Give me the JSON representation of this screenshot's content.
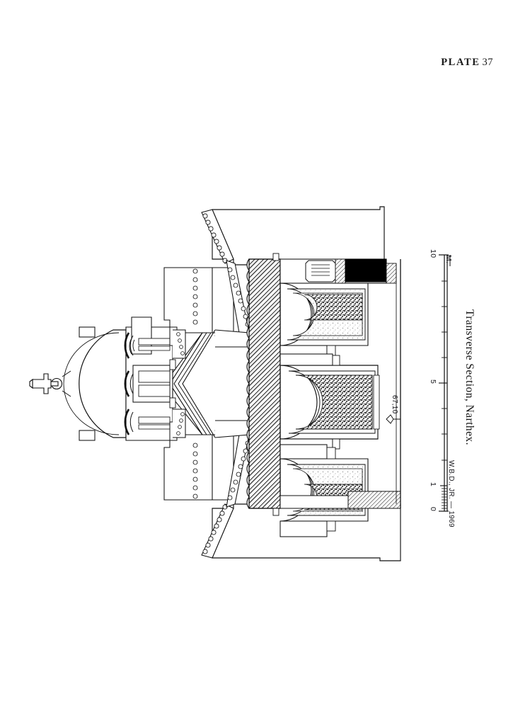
{
  "plate": {
    "word": "PLATE",
    "number": "37"
  },
  "caption": {
    "text": "Transverse Section, Narthex."
  },
  "scale": {
    "zero": "0",
    "one": "1",
    "five": "5",
    "ten": "10",
    "unit": "M.",
    "credit": "W.B.D., JR. — 1969"
  },
  "dimension": {
    "value": "67,10"
  },
  "drawing": {
    "title": "transverse-section-narthex",
    "subject": "Byzantine church narthex transverse section",
    "orientation": "rotated-90-degrees",
    "elements": [
      "dome-with-cross-finial",
      "three-arched-dome-windows",
      "pitched-tile-roofs",
      "hatched-masonry-wall",
      "three-barrel-vaulted-bays",
      "columns-in-section",
      "clerestory-window-black-fill"
    ]
  },
  "colors": {
    "ink": "#111111",
    "paper": "#ffffff",
    "hatch": "#2a2a2a",
    "solid_fill": "#000000",
    "stipple_dark": "#5a5a5a",
    "stipple_light": "#c9c9c9"
  }
}
